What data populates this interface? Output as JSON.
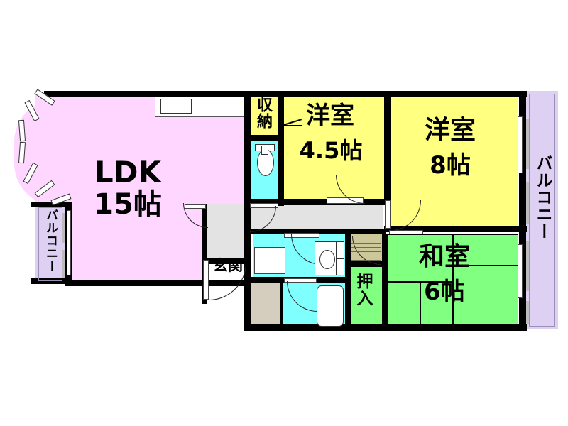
{
  "plan": {
    "title": "間取図",
    "rooms": [
      {
        "id": "ldk",
        "name": "LDK",
        "size": "15帖",
        "color": "#ffd6ff",
        "type": "living-dining-kitchen"
      },
      {
        "id": "yoshitsu45",
        "name": "洋室",
        "size": "4.5帖",
        "color": "#ffff80",
        "type": "western-room"
      },
      {
        "id": "yoshitsu8",
        "name": "洋室",
        "size": "8帖",
        "color": "#ffff80",
        "type": "western-room"
      },
      {
        "id": "washitsu6",
        "name": "和室",
        "size": "6帖",
        "color": "#80ff80",
        "type": "japanese-tatami-room"
      }
    ],
    "labels": {
      "ldk_name": "LDK",
      "ldk_size": "15帖",
      "room45_name": "洋室",
      "room45_size": "4.5帖",
      "room8_name": "洋室",
      "room8_size": "8帖",
      "washitsu_name": "和室",
      "washitsu_size": "6帖",
      "closet_top": "収納",
      "oshiire": "押入",
      "genkan": "玄関",
      "balcony_left": "バルコニー",
      "balcony_right": "バルコニー"
    },
    "colors": {
      "ldk": "#ffd6ff",
      "western_room": "#ffff80",
      "tatami": "#80ff80",
      "water_area": "#80ffff",
      "corridor": "#e3e3e3",
      "balcony": "#ddd0f2",
      "entrance_tile": "#d5cdbd",
      "closet_khaki": "#cdc89a",
      "wall": "#000000",
      "background": "#ffffff"
    },
    "fixtures": [
      {
        "name": "kitchen-sink",
        "area": "ldk"
      },
      {
        "name": "toilet",
        "area": "toilet-room"
      },
      {
        "name": "vanity-sink",
        "area": "washroom"
      },
      {
        "name": "bathtub",
        "area": "bathroom"
      },
      {
        "name": "washer-space",
        "area": "washroom"
      }
    ]
  }
}
